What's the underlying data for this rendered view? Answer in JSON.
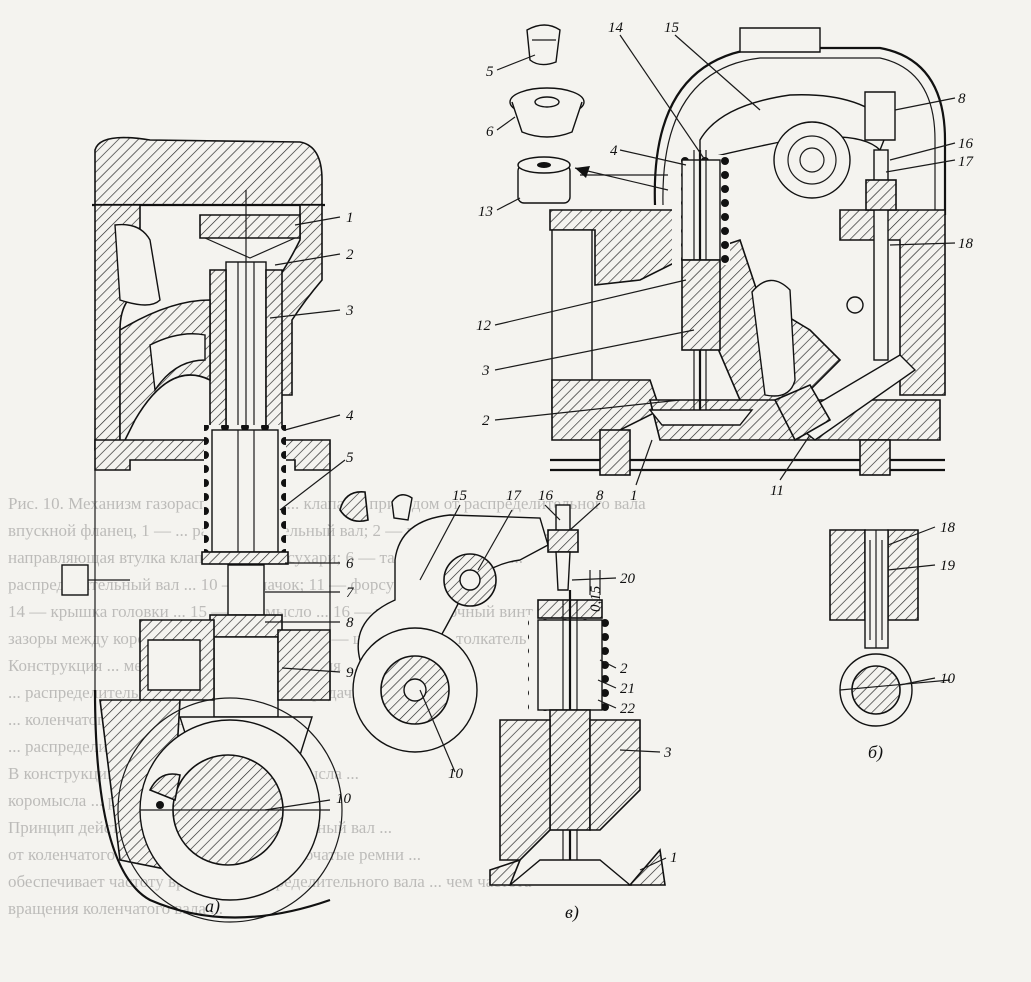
{
  "labels_a": [
    "1",
    "2",
    "3",
    "4",
    "5",
    "6",
    "7",
    "8",
    "9",
    "10"
  ],
  "labels_top": [
    "5",
    "6",
    "13",
    "14",
    "15",
    "8",
    "4",
    "16",
    "17",
    "18",
    "12",
    "3",
    "2",
    "1",
    "11"
  ],
  "labels_v": [
    "15",
    "17",
    "16",
    "8",
    "20",
    "0,15",
    "2",
    "21",
    "22",
    "10",
    "3",
    "1"
  ],
  "labels_b": [
    "18",
    "19",
    "10"
  ],
  "subfig": {
    "a": "а)",
    "v": "в)",
    "b": "б)"
  },
  "background_text": [
    "Рис. 10. Механизм газораспределения ... клапан с приводом от распределительного вала",
    "впускной фланец, 1 — ... распределительный вал; 2 — пружина клапана; ...",
    "направляющая втулка клапана; ... 5 — сухари; 6 — тарелка пружины ...",
    "распределительный вал ... 10 — кулачок; 11 — форсунка ... 12 — ...",
    "14 — крышка головки ... 15 — коромысло ... 16 — регулировочный винт ...",
    "зазоры между коромыслом и клапаном ... 18 — штанга; 19 — толкатель ...",
    "",
    "Конструкция ... механизма газораспределения ... двигателей ...",
    "... распределительного вала ... зубчатой передачи ...",
    "... коленчатого вала ... конструкция ...",
    "... распределительные валы ...",
    "В конструкции ГРМ ... клапанов ... коромысла ...",
    "коромысла ... распорные пружины ...",
    "Принцип действия ГРМ ... распределительный вал ...",
    "от коленчатого вала через шестерни ... зубчатые ремни ...",
    "обеспечивает частоту вращения распределительного вала ... чем частота",
    "вращения коленчатого вала ..."
  ]
}
